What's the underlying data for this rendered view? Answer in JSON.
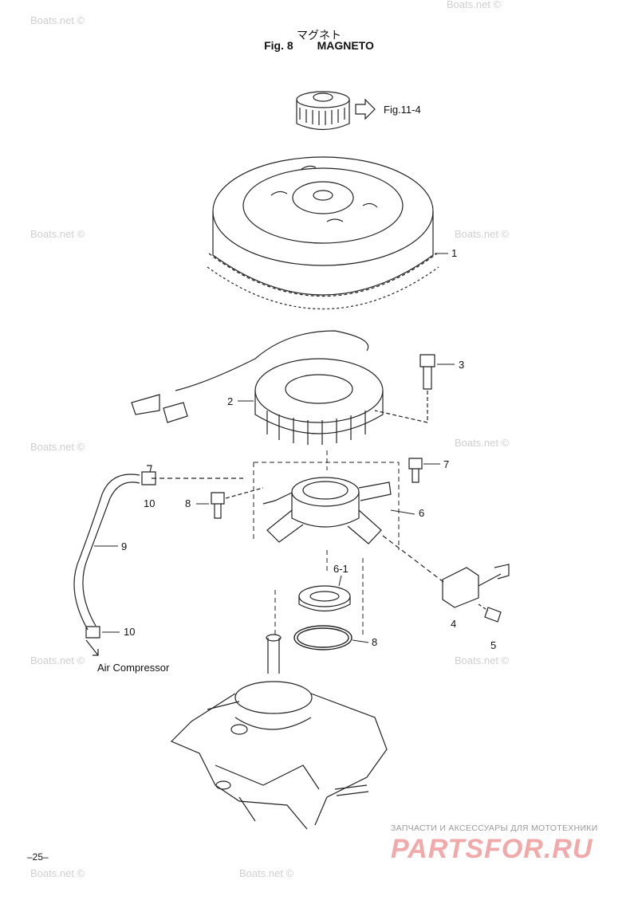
{
  "title_jp": "マグネト",
  "fig_label": "Fig. 8",
  "fig_title": "MAGNETO",
  "ref_label": "Fig.11-4",
  "air_compressor": "Air Compressor",
  "callouts": [
    "1",
    "2",
    "3",
    "4",
    "5",
    "6",
    "6-1",
    "7",
    "8",
    "8",
    "9",
    "10",
    "10"
  ],
  "watermark": "Boats.net ©",
  "page_number": "–25–",
  "brand_tagline": "ЗАПЧАСТИ И АКСЕССУАРЫ ДЛЯ МОТОТЕХНИКИ",
  "brand_logo": "PARTSFOR.RU"
}
